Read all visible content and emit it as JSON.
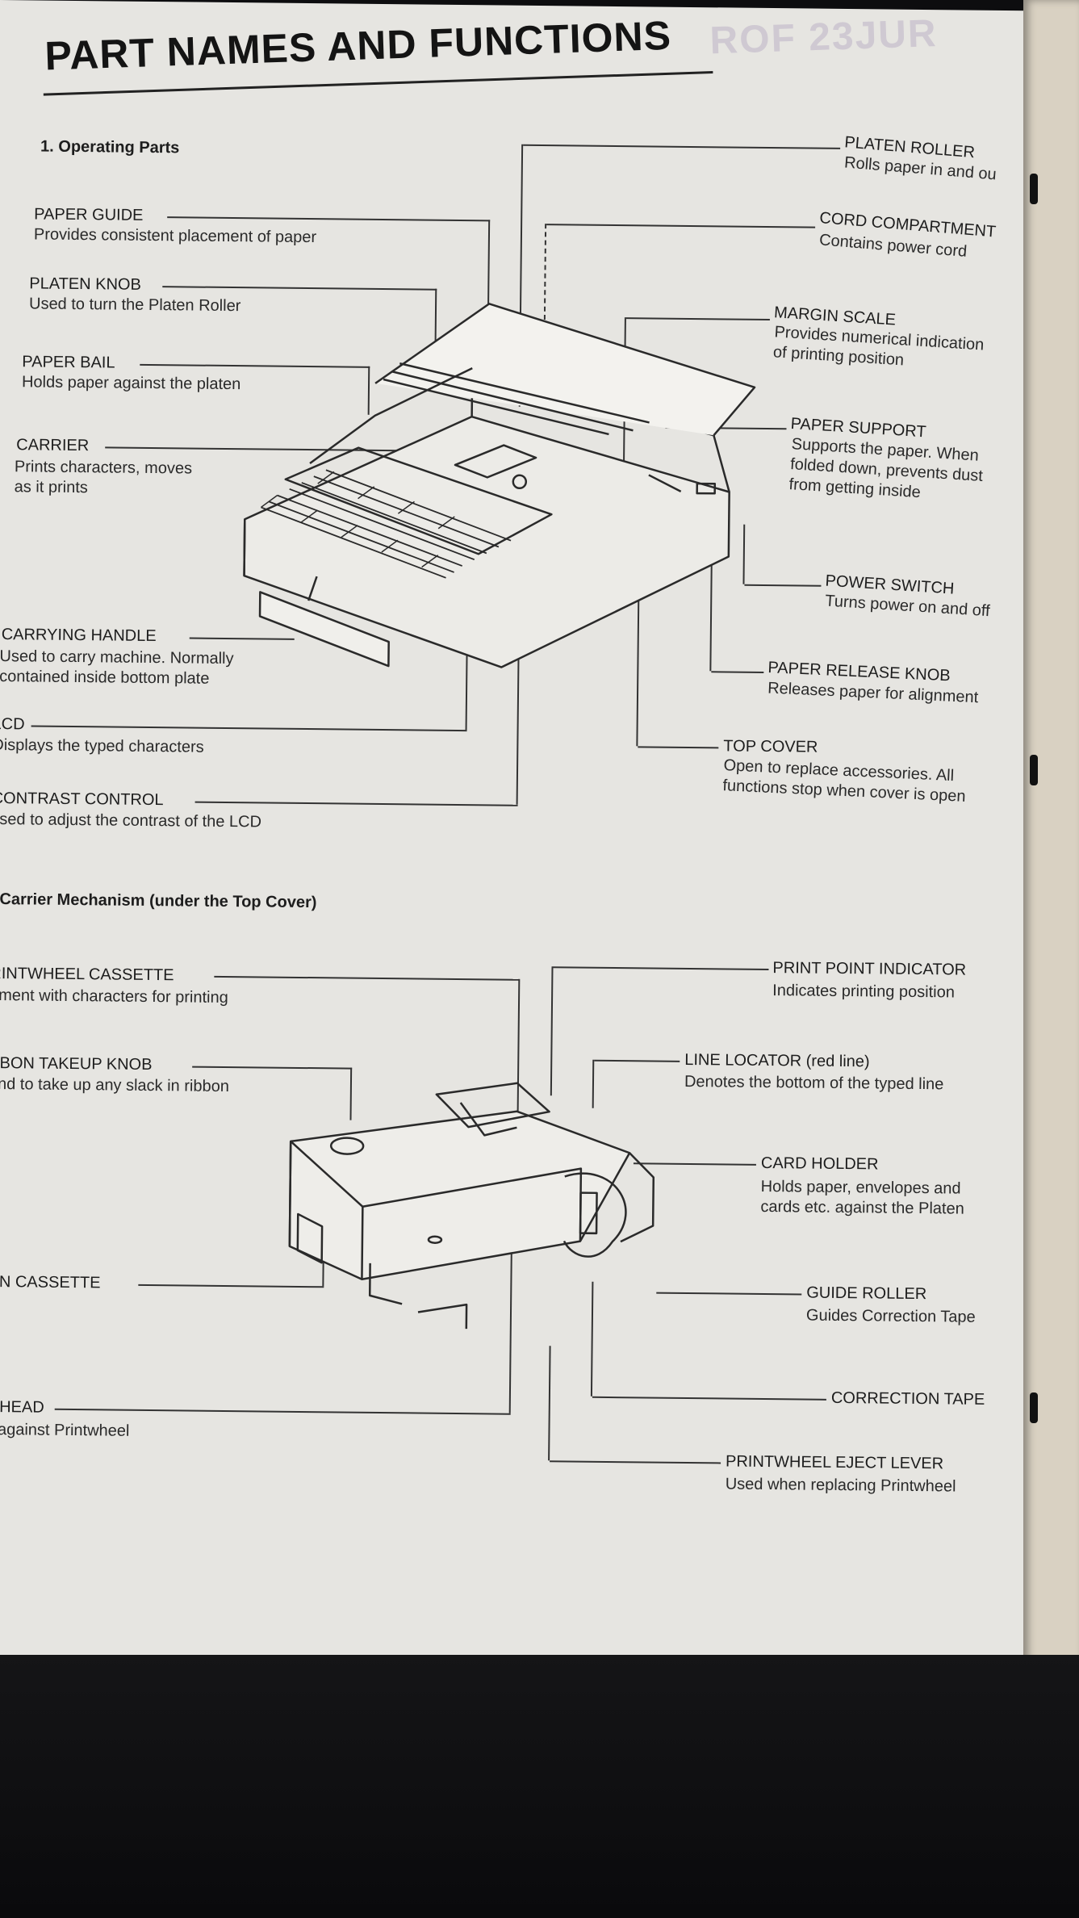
{
  "title": "PART NAMES AND FUNCTIONS",
  "ghost_text": "ROF 23JUR",
  "section1": {
    "heading": "1. Operating Parts",
    "left": [
      {
        "label": "PAPER GUIDE",
        "desc": "Provides consistent placement of paper"
      },
      {
        "label": "PLATEN KNOB",
        "desc": "Used to turn the Platen Roller"
      },
      {
        "label": "PAPER BAIL",
        "desc": "Holds paper against the platen"
      },
      {
        "label": "CARRIER",
        "desc": "Prints characters, moves\nas it prints"
      },
      {
        "label": "CARRYING HANDLE",
        "desc": "Used to carry machine. Normally\ncontained inside bottom plate"
      },
      {
        "label": "LCD",
        "desc": "Displays the typed characters"
      },
      {
        "label": "CONTRAST CONTROL",
        "desc": "Jsed to adjust the contrast of the LCD"
      }
    ],
    "right": [
      {
        "label": "PLATEN ROLLER",
        "desc": "Rolls paper in and ou"
      },
      {
        "label": "CORD COMPARTMENT",
        "desc": "Contains power cord"
      },
      {
        "label": "MARGIN SCALE",
        "desc": "Provides numerical indication\nof printing position"
      },
      {
        "label": "PAPER SUPPORT",
        "desc": "Supports the paper. When\nfolded down, prevents dust\nfrom getting inside"
      },
      {
        "label": "POWER SWITCH",
        "desc": "Turns power on and off"
      },
      {
        "label": "PAPER RELEASE KNOB",
        "desc": "Releases paper for alignment"
      },
      {
        "label": "TOP COVER",
        "desc": "Open to replace accessories. All\nfunctions stop when cover is open"
      }
    ]
  },
  "section2": {
    "heading": ". Carrier Mechanism (under the Top Cover)",
    "left": [
      {
        "label": "RINTWHEEL CASSETTE",
        "desc": "ement with characters for printing"
      },
      {
        "label": "BBON TAKEUP KNOB",
        "desc": "und to take up any slack in ribbon"
      },
      {
        "label": "ON CASSETTE",
        "desc": ""
      },
      {
        "label": "T HEAD",
        "desc": "s against Printwheel"
      }
    ],
    "right": [
      {
        "label": "PRINT POINT INDICATOR",
        "desc": "Indicates printing position"
      },
      {
        "label": "LINE LOCATOR (red line)",
        "desc": "Denotes the bottom of the typed line"
      },
      {
        "label": "CARD HOLDER",
        "desc": "Holds paper, envelopes and\ncards etc. against the Platen"
      },
      {
        "label": "GUIDE ROLLER",
        "desc": "Guides Correction Tape"
      },
      {
        "label": "CORRECTION TAPE",
        "desc": ""
      },
      {
        "label": "PRINTWHEEL EJECT LEVER",
        "desc": "Used when replacing Printwheel"
      }
    ]
  }
}
